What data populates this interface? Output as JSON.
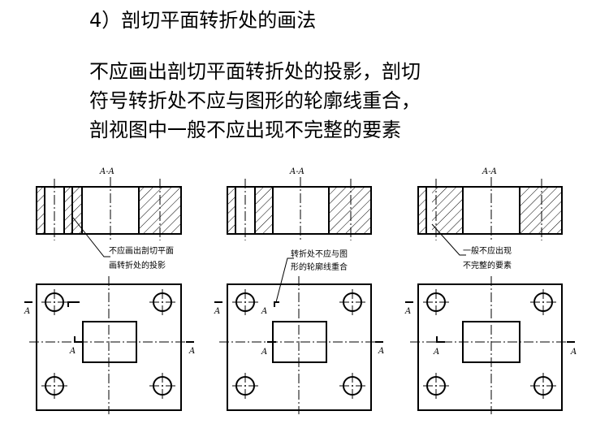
{
  "heading": "4）剖切平面转折处的画法",
  "body_lines": [
    "不应画出剖切平面转折处的投影，剖切",
    "符号转折处不应与图形的轮廓线重合，",
    "剖视图中一般不应出现不完整的要素"
  ],
  "panels": [
    {
      "section_title": "A-A",
      "note_lines": [
        "不应画出剖切平面",
        "画转折处的投影"
      ],
      "cut_mark_upper_left": "A",
      "cut_mark_lower_left": "A",
      "cut_mark_right": "A"
    },
    {
      "section_title": "A-A",
      "note_lines": [
        "转折处不应与图",
        "形的轮廓线重合"
      ],
      "cut_mark_upper_left": "A",
      "cut_mark_lower_left": "A",
      "cut_mark_right": "A"
    },
    {
      "section_title": "A-A",
      "note_lines": [
        "一般不应出现",
        "不完整的要素"
      ],
      "cut_mark_upper_left": "A",
      "cut_mark_lower_left": "A",
      "cut_mark_right": "A"
    }
  ]
}
